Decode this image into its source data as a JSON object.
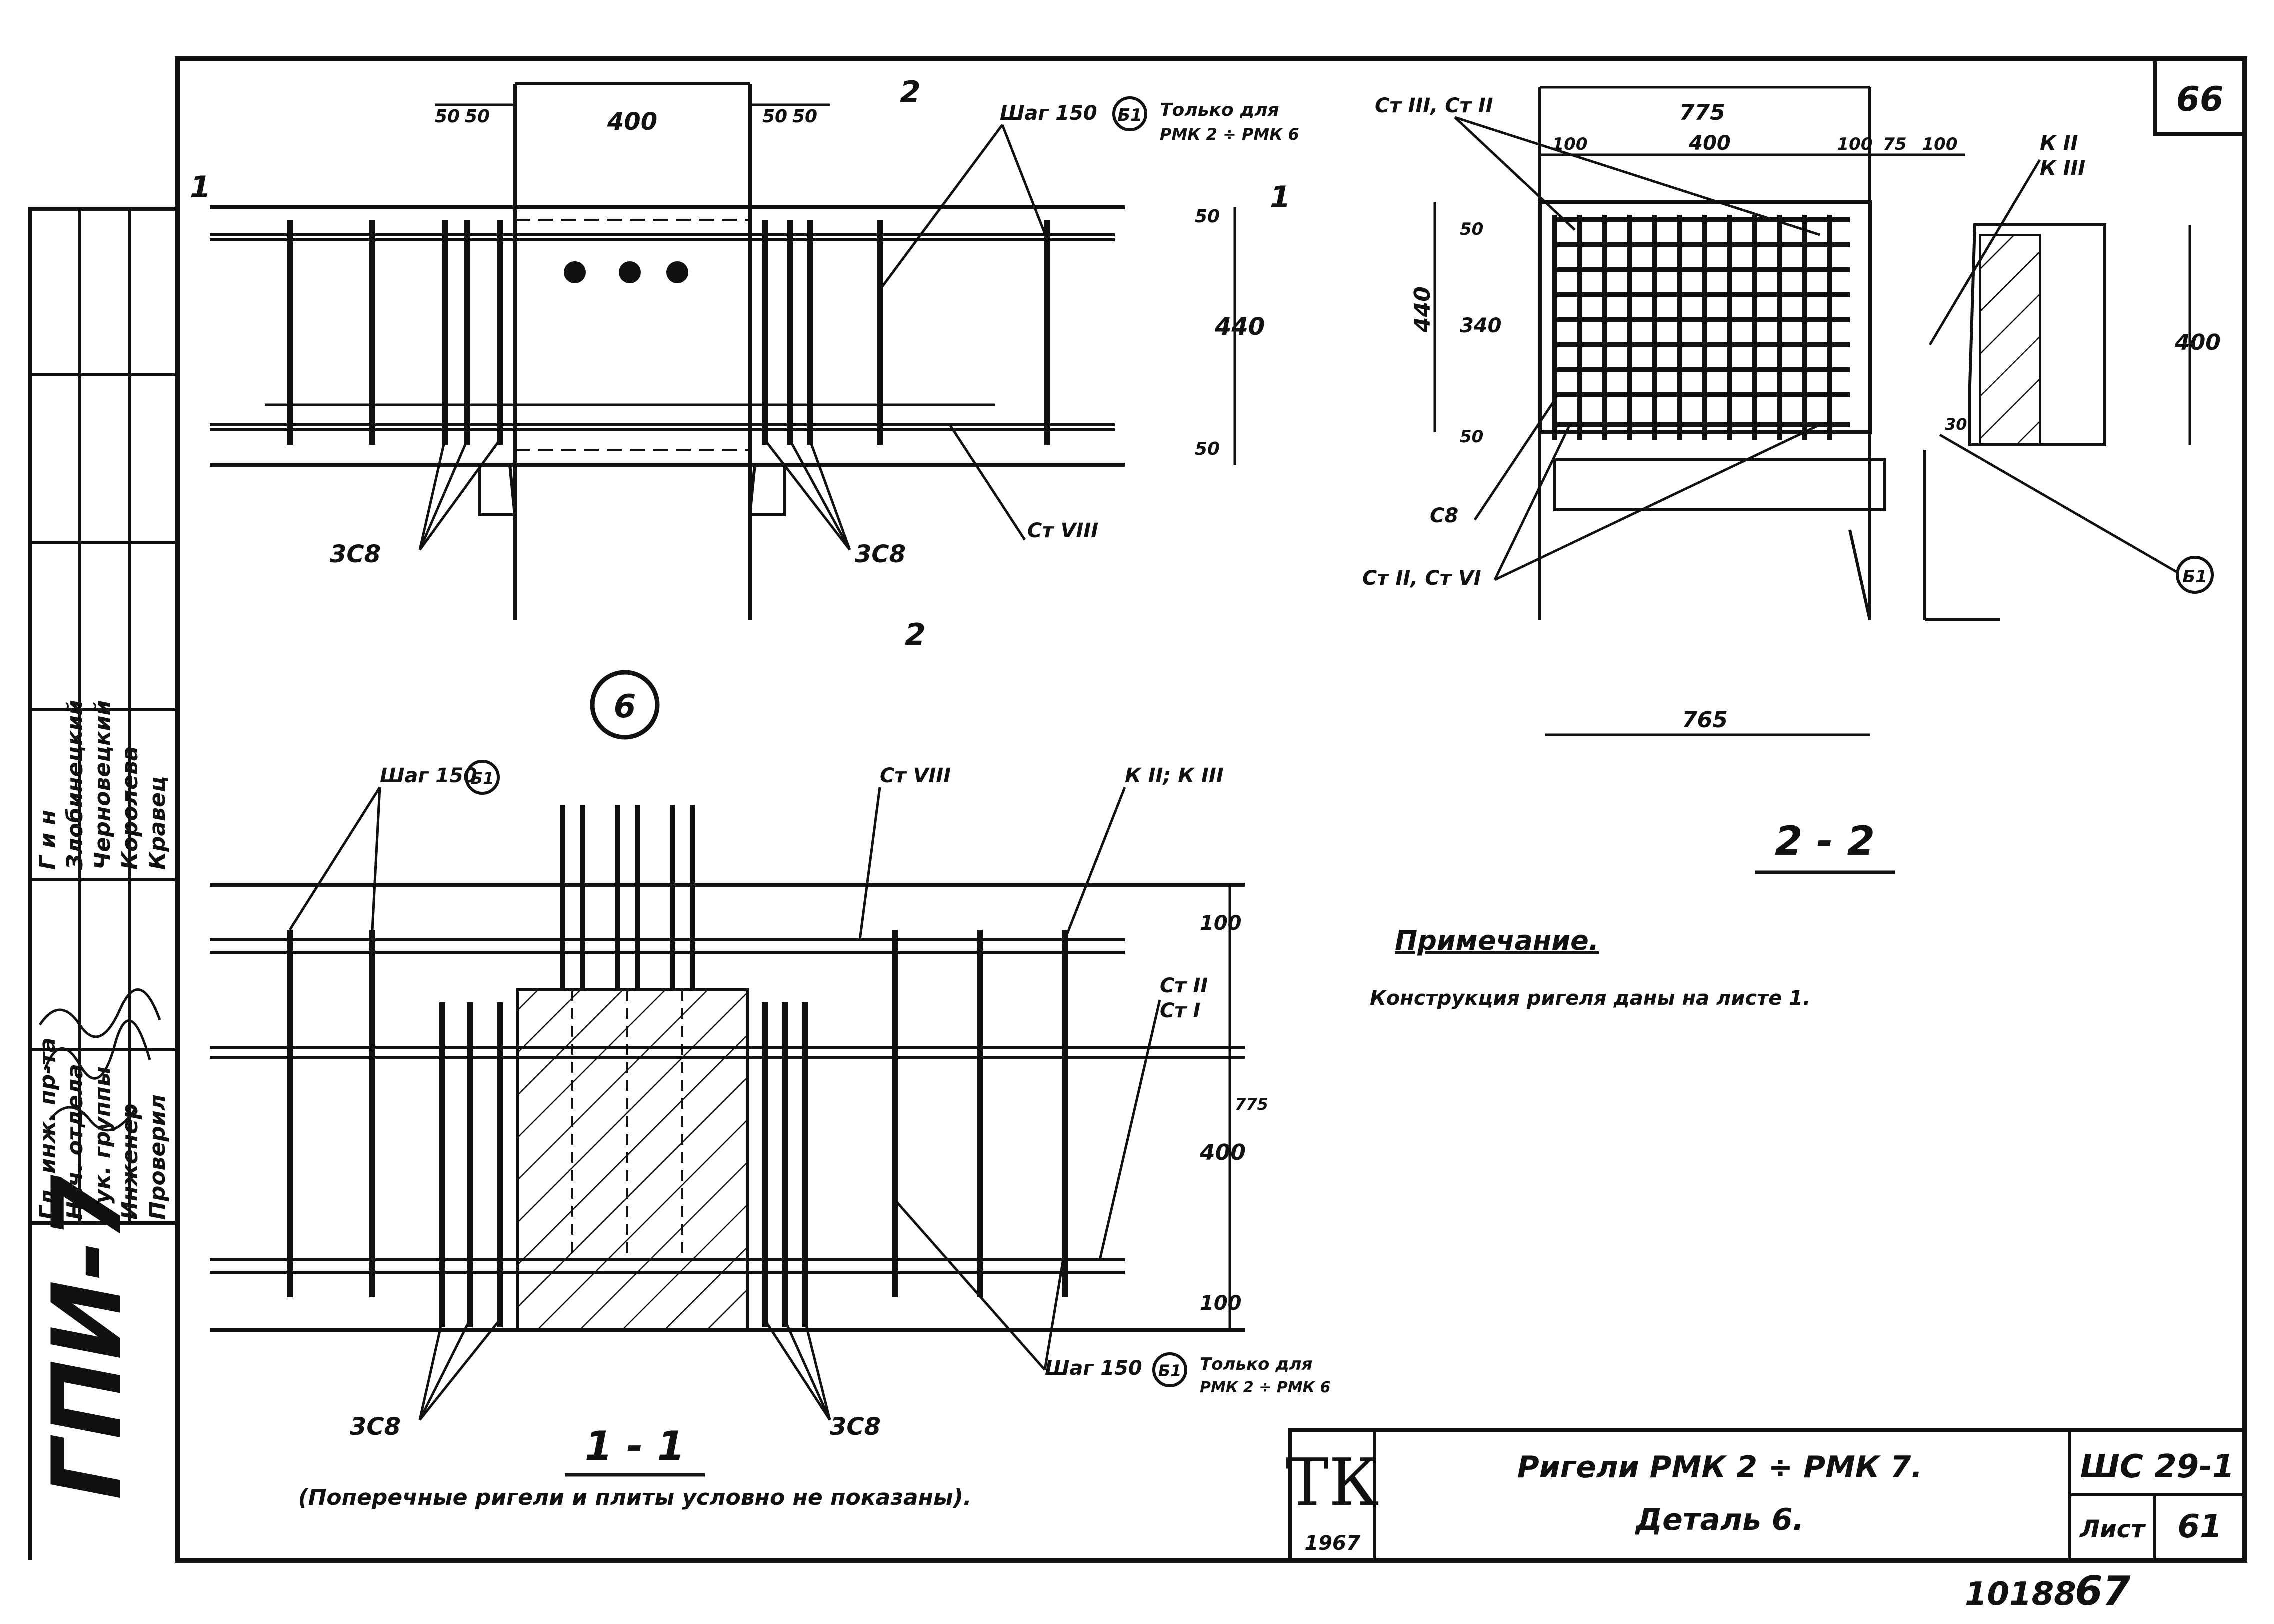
{
  "sheet": {
    "corner_code": "66",
    "detail_number": "6",
    "note_title": "Примечание.",
    "note_text": "Конструкция ригеля даны на листе 1.",
    "stamp_org": "ГПИ-7",
    "titleblock": {
      "logo": "ТК",
      "year": "1967",
      "title_line1": "Ригели РМК 2 ÷ РМК 7.",
      "title_line2": "Деталь 6.",
      "series": "ШС 29-1",
      "sheet_label": "Лист",
      "sheet_num": "61",
      "archive_no": "10188",
      "page_no": "67"
    },
    "signature_rows": [
      {
        "role": "Гл. инж. пр-та",
        "name": "Г и н"
      },
      {
        "role": "Нач. отдела",
        "name": "Злобинецкий"
      },
      {
        "role": "Рук. группы",
        "name": "Черновецкий"
      },
      {
        "role": "Инженер",
        "name": "Королева"
      },
      {
        "role": "Проверил",
        "name": "Кравец"
      }
    ]
  },
  "plan": {
    "dims": {
      "d50a": "50",
      "d50b": "50",
      "d400": "400",
      "d50c": "50",
      "d50d": "50",
      "v50top": "50",
      "v440": "440",
      "v50bot": "50"
    },
    "sect1": "1",
    "sect2": "2",
    "lbl_step": "Шаг 150",
    "lbl_b1": "Б1",
    "lbl_only1": "Только для",
    "lbl_only2": "РМК 2 ÷ РМК 6",
    "lbl_3c8_left": "3С8",
    "lbl_3c8_right": "3С8",
    "lbl_st": "Ст VIII"
  },
  "section22": {
    "title": "2 - 2",
    "lbl_st_top": "Ст III, Ст II",
    "dims": {
      "d775": "775",
      "d100a": "100",
      "d400": "400",
      "d100b": "100",
      "d75": "75",
      "d100c": "100",
      "v440": "440",
      "v50a": "50",
      "v340": "340",
      "v50b": "50",
      "v400": "400",
      "v30": "30",
      "d765": "765"
    },
    "lbl_k": "К II",
    "lbl_k2": "К III",
    "lbl_c8": "С8",
    "lbl_st_bot": "Ст II, Ст VI",
    "lbl_b1": "Б1"
  },
  "section11": {
    "title": "1 - 1",
    "subtitle": "(Поперечные ригели и плиты условно не показаны).",
    "lbl_step": "Шаг 150",
    "lbl_b1": "Б1",
    "lbl_st8": "Ст VIII",
    "lbl_k": "К II; К III",
    "lbl_st_r1": "Ст II",
    "lbl_st_r2": "Ст I",
    "dims": {
      "v100a": "100",
      "v400": "400",
      "v100b": "100",
      "vtot": "775"
    },
    "lbl_step2": "Шаг 150",
    "lbl_b1b": "Б1",
    "lbl_only1": "Только для",
    "lbl_only2": "РМК 2 ÷ РМК 6",
    "lbl_3c8_left": "3С8",
    "lbl_3c8_right": "3С8"
  }
}
